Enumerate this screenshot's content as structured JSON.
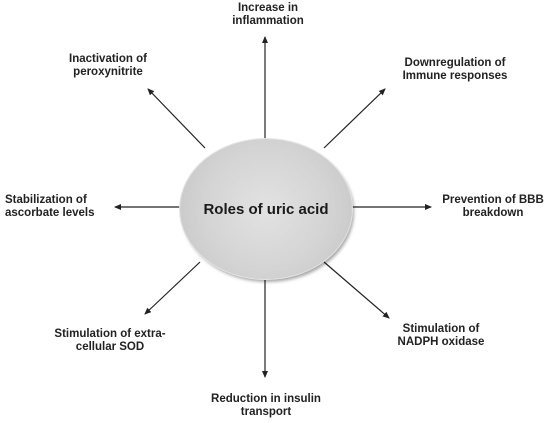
{
  "center": {
    "title": "Roles of uric acid"
  },
  "roles": [
    {
      "id": "top",
      "lines": [
        "Increase in",
        "inflammation"
      ]
    },
    {
      "id": "top-right",
      "lines": [
        "Downregulation  of",
        "Immune responses"
      ]
    },
    {
      "id": "right",
      "lines": [
        "Prevention of BBB",
        "breakdown"
      ]
    },
    {
      "id": "bottom-right",
      "lines": [
        "Stimulation of",
        "NADPH oxidase"
      ]
    },
    {
      "id": "bottom",
      "lines": [
        "Reduction in insulin",
        "transport"
      ]
    },
    {
      "id": "bottom-left",
      "lines": [
        "Stimulation of extra-",
        "cellular SOD"
      ]
    },
    {
      "id": "left",
      "lines": [
        "Stabilization of",
        "ascorbate levels"
      ]
    },
    {
      "id": "top-left",
      "lines": [
        "Inactivation of",
        "peroxynitrite"
      ]
    }
  ]
}
